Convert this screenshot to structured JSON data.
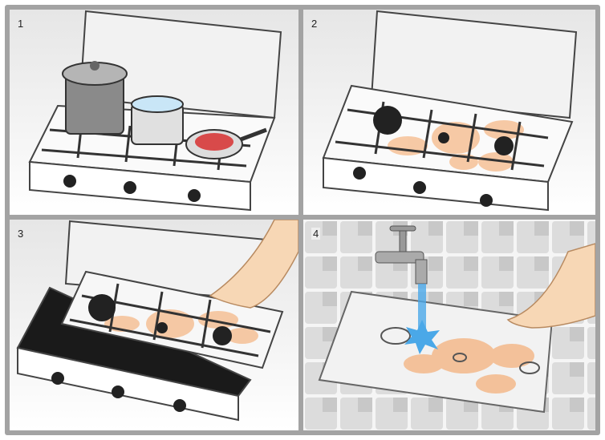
{
  "panels": [
    {
      "number": "1"
    },
    {
      "number": "2"
    },
    {
      "number": "3"
    },
    {
      "number": "4"
    }
  ],
  "colors": {
    "frame": "#a3a3a3",
    "grease": "#f4a261",
    "water": "#4aa8e8",
    "skin": "#f7d7b5"
  }
}
